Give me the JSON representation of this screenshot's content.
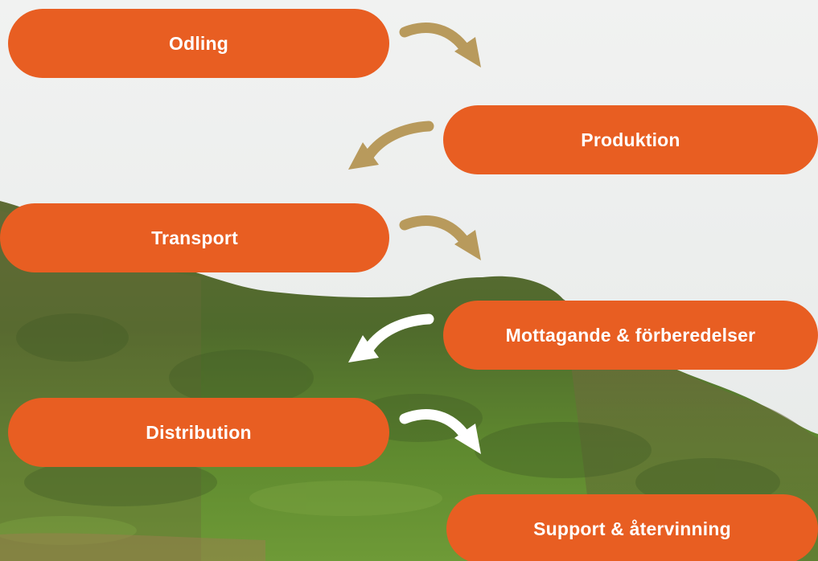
{
  "colors": {
    "step_fill": "#e85e22",
    "step_text": "#ffffff",
    "arrow_gold": "#b89a5c",
    "arrow_white": "#ffffff"
  },
  "steps": [
    {
      "label": "Odling"
    },
    {
      "label": "Produktion"
    },
    {
      "label": "Transport"
    },
    {
      "label": "Mottagande & förberedelser"
    },
    {
      "label": "Distribution"
    },
    {
      "label": "Support & återvinning"
    }
  ],
  "arrows": [
    {
      "from": "Odling",
      "to": "Produktion",
      "color": "gold"
    },
    {
      "from": "Produktion",
      "to": "Transport",
      "color": "gold"
    },
    {
      "from": "Transport",
      "to": "Mottagande & förberedelser",
      "color": "gold"
    },
    {
      "from": "Mottagande & förberedelser",
      "to": "Distribution",
      "color": "white"
    },
    {
      "from": "Distribution",
      "to": "Support & återvinning",
      "color": "white"
    }
  ]
}
